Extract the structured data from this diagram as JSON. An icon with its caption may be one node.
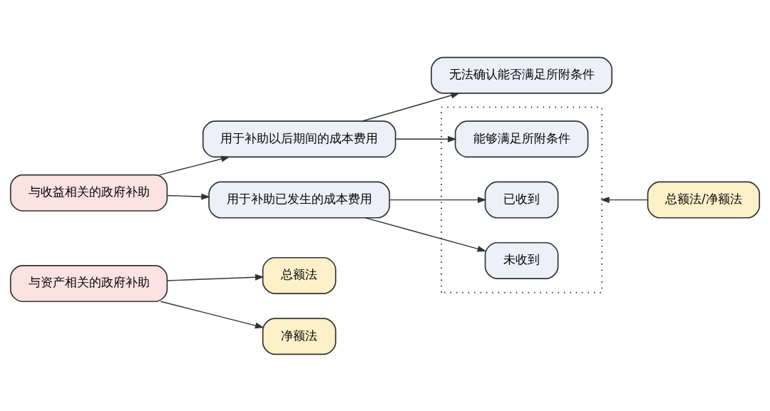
{
  "diagram": {
    "nodes": [
      {
        "text": [
          "与资产相关的政府补助"
        ]
      },
      {
        "text": [
          "总额法"
        ]
      },
      {
        "text": [
          "净额法"
        ]
      },
      {
        "text": [
          "与收益相关的政府补助"
        ]
      },
      {
        "text": [
          "用于补助以后期间的成本费用"
        ]
      },
      {
        "text": [
          "无法确认能否满足所附条件"
        ]
      },
      {
        "text": [],
        "shape": "box"
      },
      {
        "text": [
          "能够满足所附条件"
        ],
        "in": 6
      },
      {
        "text": [
          "已收到"
        ],
        "in": 6
      },
      {
        "text": [
          "未收到"
        ],
        "in": 6
      },
      {
        "text": [
          "用于补助已发生的成本费用"
        ]
      },
      {
        "text": [
          "总额法/净额法"
        ]
      }
    ],
    "edges": [
      {
        "from": 0,
        "to": 1,
        "arrow": "to"
      },
      {
        "from": 0,
        "to": 2,
        "arrow": "to"
      },
      {
        "from": 3,
        "to": 4,
        "arrow": "to"
      },
      {
        "from": 3,
        "to": 10,
        "arrow": "to"
      },
      {
        "from": 4,
        "to": 5,
        "arrow": "to"
      },
      {
        "from": 4,
        "to": 7,
        "arrow": "to"
      },
      {
        "from": 10,
        "to": 8,
        "arrow": "to"
      },
      {
        "from": 10,
        "to": 9,
        "arrow": "to"
      },
      {
        "from": 11,
        "to": 6,
        "arrow": "to"
      }
    ]
  }
}
